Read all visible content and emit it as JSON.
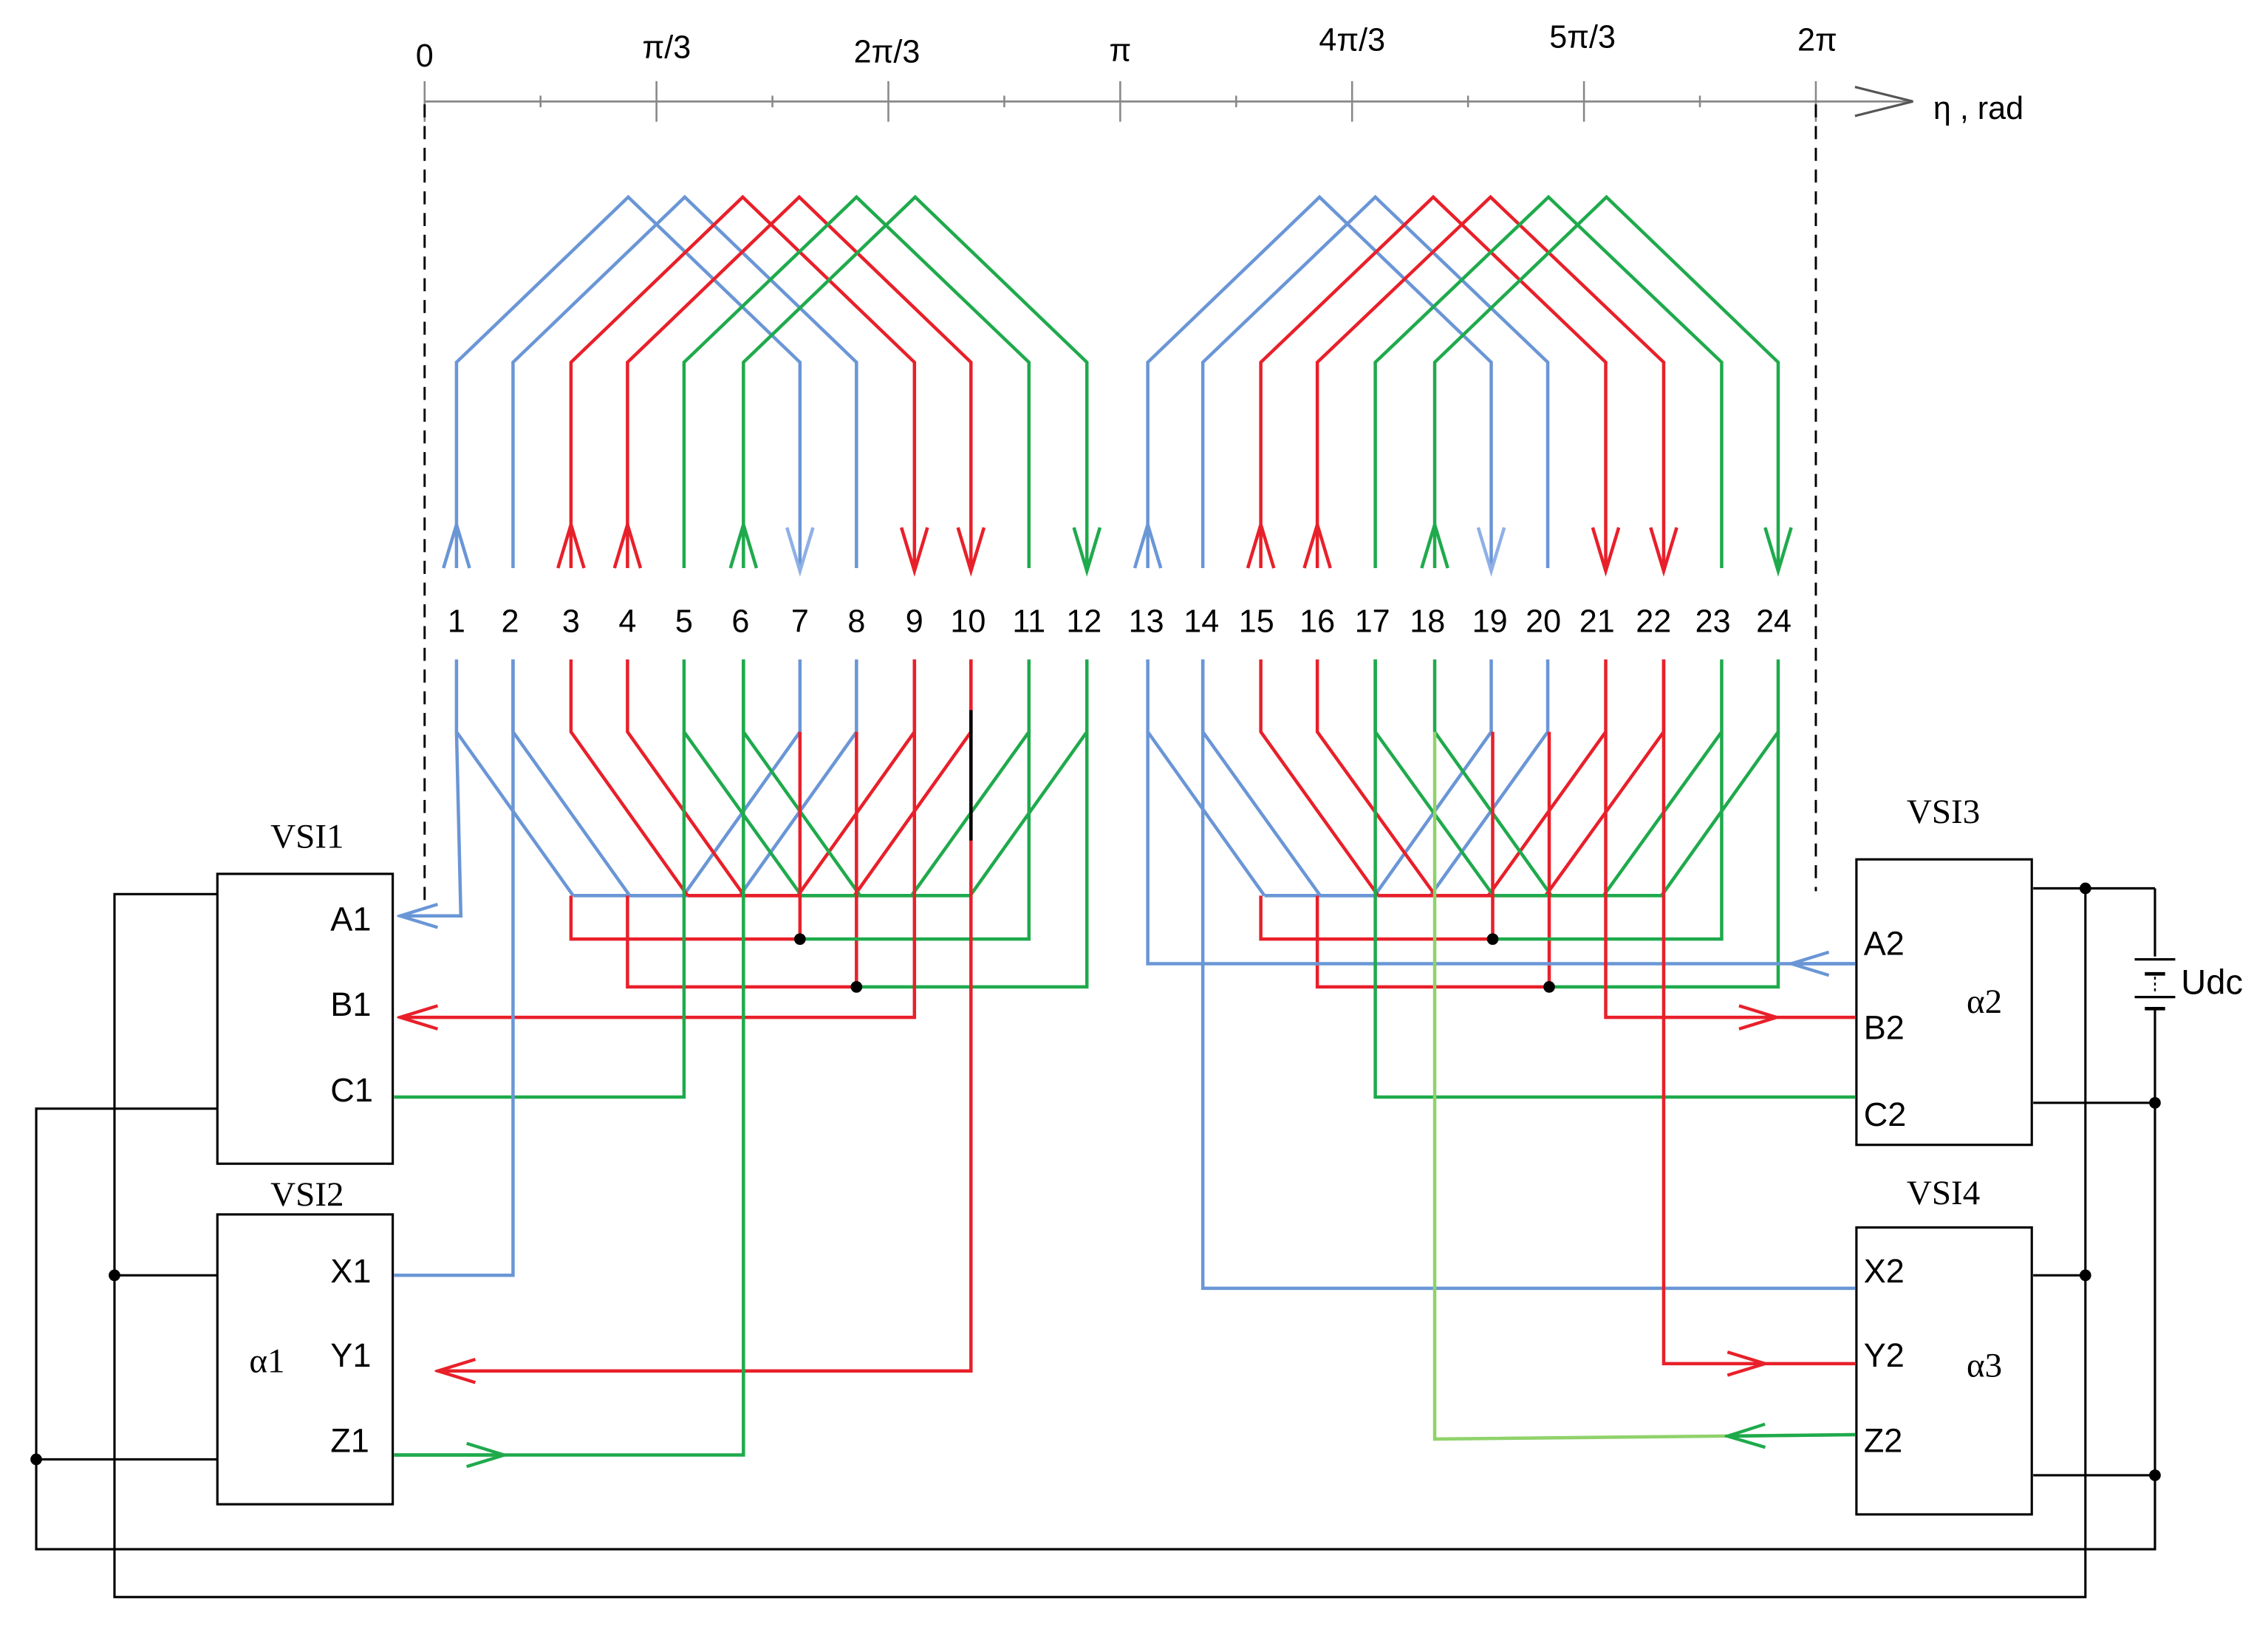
{
  "colors": {
    "blue": "#6a96d6",
    "red": "#e8202a",
    "green": "#1faa4c",
    "lightgreen": "#8fd26a",
    "black": "#000000"
  },
  "axis": {
    "label": "η , rad",
    "ticks": [
      "0",
      "π/3",
      "2π/3",
      "π",
      "4π/3",
      "5π/3",
      "2π"
    ]
  },
  "slots": [
    "1",
    "2",
    "3",
    "4",
    "5",
    "6",
    "7",
    "8",
    "9",
    "10",
    "11",
    "12",
    "13",
    "14",
    "15",
    "16",
    "17",
    "18",
    "19",
    "20",
    "21",
    "22",
    "23",
    "24"
  ],
  "inverters": {
    "vsi1": {
      "name": "VSI1",
      "terminals": [
        "A1",
        "B1",
        "C1"
      ]
    },
    "vsi2": {
      "name": "VSI2",
      "terminals": [
        "X1",
        "Y1",
        "Z1"
      ],
      "angle": "α1"
    },
    "vsi3": {
      "name": "VSI3",
      "terminals": [
        "A2",
        "B2",
        "C2"
      ],
      "angle": "α2"
    },
    "vsi4": {
      "name": "VSI4",
      "terminals": [
        "X2",
        "Y2",
        "Z2"
      ],
      "angle": "α3"
    }
  },
  "supply": {
    "label": "Udc"
  }
}
